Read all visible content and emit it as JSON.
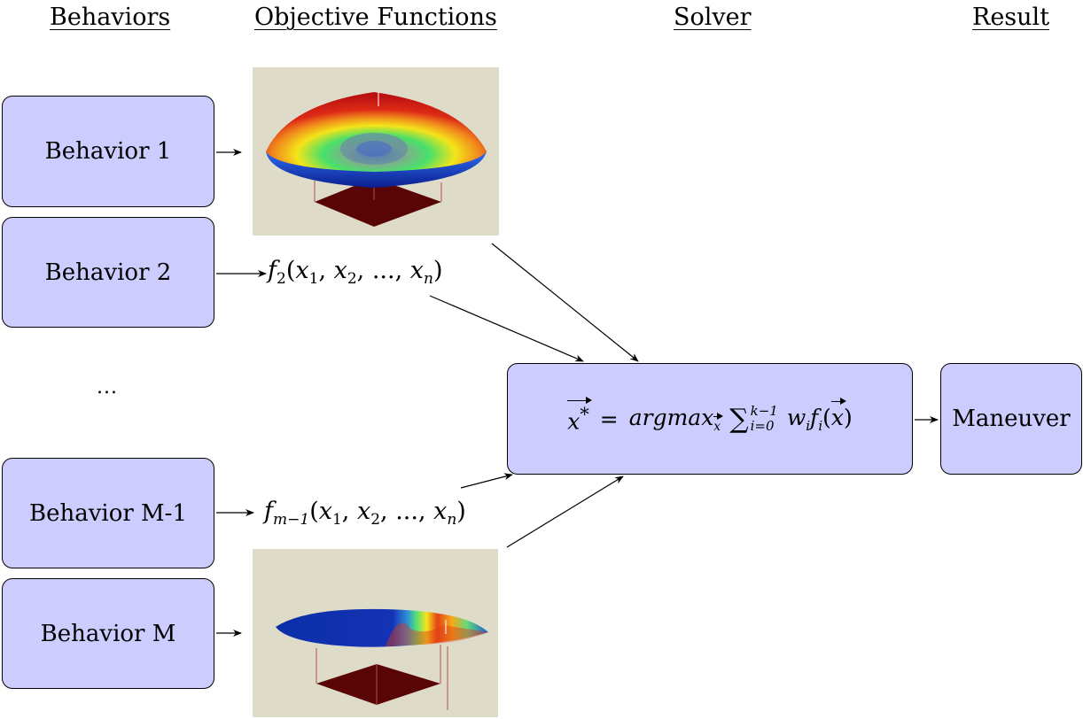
{
  "headers": {
    "behaviors": "Behaviors",
    "objective_functions": "Objective Functions",
    "solver": "Solver",
    "result": "Result"
  },
  "behaviors": [
    {
      "label": "Behavior 1"
    },
    {
      "label": "Behavior 2"
    },
    {
      "label": "Behavior M-1"
    },
    {
      "label": "Behavior M"
    }
  ],
  "ellipsis": "...",
  "functions": {
    "f2": {
      "name": "f",
      "sub": "2",
      "args": "(x",
      "a1": "1",
      "sep1": ", x",
      "a2": "2",
      "sep2": ", ..., x",
      "an": "n",
      "close": ")"
    },
    "fm1": {
      "name": "f",
      "sub": "m−1",
      "args": "(x",
      "a1": "1",
      "sep1": ", x",
      "a2": "2",
      "sep2": ", ..., x",
      "an": "n",
      "close": ")"
    }
  },
  "solver": {
    "lhs": "x",
    "star": "*",
    "eq": "=",
    "op": "argmax",
    "op_sub": "x",
    "sum_sup": "k−1",
    "sum_sub": "i=0",
    "w": "w",
    "w_sub": "i",
    "f": "f",
    "f_sub": "i",
    "arg_open": "(",
    "arg": "x",
    "arg_close": ")"
  },
  "result": {
    "label": "Maneuver"
  },
  "colors": {
    "box_fill": "#ccccff",
    "plot_background": "#dedbc9",
    "arrow": "#000000"
  }
}
